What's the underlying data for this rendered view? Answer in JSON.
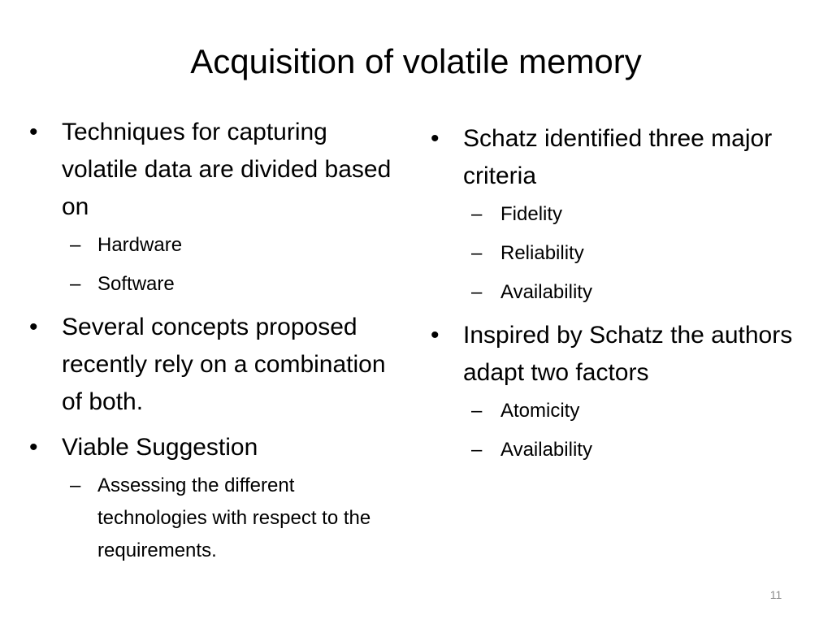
{
  "slide": {
    "title": "Acquisition of volatile memory",
    "page_number": "11",
    "bullet_symbol": "•",
    "dash_symbol": "–"
  },
  "left": [
    {
      "text": "Techniques for capturing volatile data are divided based on",
      "sub": [
        "Hardware",
        "Software"
      ]
    },
    {
      "text": "Several concepts proposed recently rely on a combination of both.",
      "sub": []
    },
    {
      "text": "Viable Suggestion",
      "sub": [
        "Assessing the different technologies with respect to the requirements."
      ]
    }
  ],
  "right": [
    {
      "text": "Schatz identified three major criteria",
      "sub": [
        "Fidelity",
        "Reliability",
        "Availability"
      ]
    },
    {
      "text": "Inspired by Schatz the authors adapt two factors",
      "sub": [
        "Atomicity",
        "Availability"
      ]
    }
  ]
}
